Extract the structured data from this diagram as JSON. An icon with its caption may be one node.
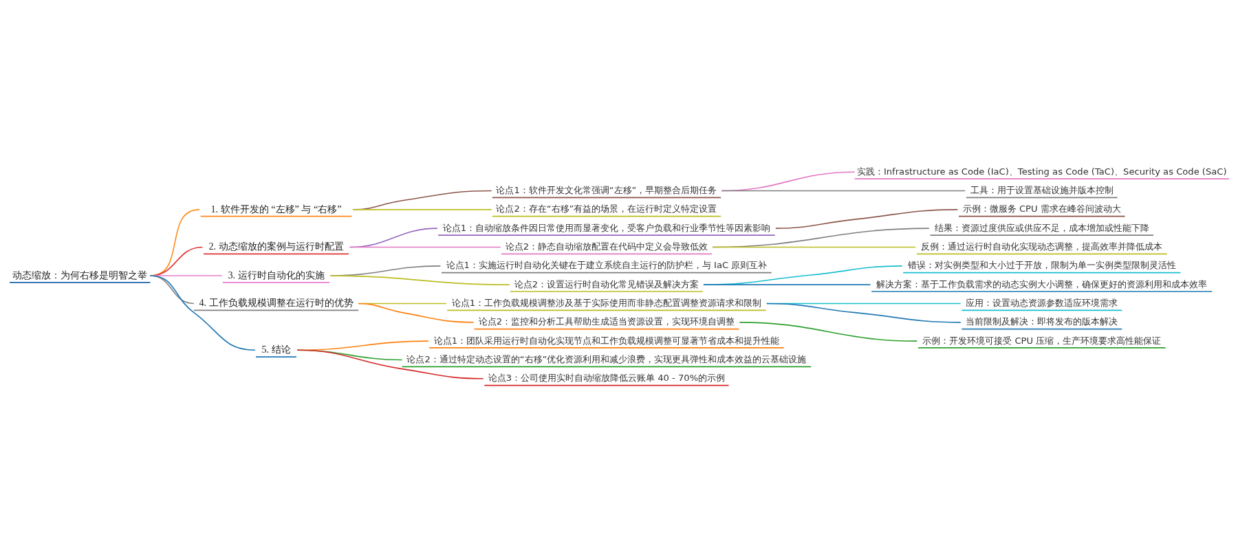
{
  "diagram": {
    "nodes": [
      {
        "text": [
          "动态缩放：为何右移是明智之举"
        ]
      },
      {
        "text": [
          "1. 软件开发的 “左移” 与 “右移”"
        ]
      },
      {
        "text": [
          "论点1：软件开发文化常强调“左移”，早期整合后期任务"
        ]
      },
      {
        "text": [
          "实践：Infrastructure as Code (IaC)、Testing as Code (TaC)、Security as Code (SaC)"
        ]
      },
      {
        "text": [
          "工具：用于设置基础设施并版本控制"
        ]
      },
      {
        "text": [
          "论点2：存在“右移”有益的场景，在运行时定义特定设置"
        ]
      },
      {
        "text": [
          "2. 动态缩放的案例与运行时配置"
        ]
      },
      {
        "text": [
          "论点1：自动缩放条件因日常使用而显著变化，受客户负载和行业季节性等因素影响"
        ]
      },
      {
        "text": [
          "示例：微服务 CPU 需求在峰谷间波动大"
        ]
      },
      {
        "text": [
          "论点2：静态自动缩放配置在代码中定义会导致低效"
        ]
      },
      {
        "text": [
          "结果：资源过度供应或供应不足，成本增加或性能下降"
        ]
      },
      {
        "text": [
          "反例：通过运行时自动化实现动态调整，提高效率并降低成本"
        ]
      },
      {
        "text": [
          "3. 运行时自动化的实施"
        ]
      },
      {
        "text": [
          "论点1：实施运行时自动化关键在于建立系统自主运行的防护栏，与 IaC 原则互补"
        ]
      },
      {
        "text": [
          "论点2：设置运行时自动化常见错误及解决方案"
        ]
      },
      {
        "text": [
          "错误：对实例类型和大小过于开放，限制为单一实例类型限制灵活性"
        ]
      },
      {
        "text": [
          "解决方案：基于工作负载需求的动态实例大小调整，确保更好的资源利用和成本效率"
        ]
      },
      {
        "text": [
          "4. 工作负载规模调整在运行时的优势"
        ]
      },
      {
        "text": [
          "论点1：工作负载规模调整涉及基于实际使用而非静态配置调整资源请求和限制"
        ]
      },
      {
        "text": [
          "应用：设置动态资源参数适应环境需求"
        ]
      },
      {
        "text": [
          "当前限制及解决：即将发布的版本解决"
        ]
      },
      {
        "text": [
          "论点2：监控和分析工具帮助生成适当资源设置，实现环境自调整"
        ]
      },
      {
        "text": [
          "示例：开发环境可接受 CPU 压缩，生产环境要求高性能保证"
        ]
      },
      {
        "text": [
          "5. 结论"
        ]
      },
      {
        "text": [
          "论点1：团队采用运行时自动化实现节点和工作负载规模调整可显著节省成本和提升性能"
        ]
      },
      {
        "text": [
          "论点2：通过特定动态设置的“右移”优化资源利用和减少浪费，实现更具弹性和成本效益的云基础设施"
        ]
      },
      {
        "text": [
          "论点3：公司使用实时自动缩放降低云账单 40 - 70%的示例"
        ]
      }
    ],
    "edges": [
      {
        "from": 0,
        "to": 1,
        "arrow": "none",
        "color": "#ff8c1a"
      },
      {
        "from": 1,
        "to": 2,
        "arrow": "none",
        "color": "#8c564b"
      },
      {
        "from": 2,
        "to": 3,
        "arrow": "none",
        "color": "#e377c2"
      },
      {
        "from": 2,
        "to": 4,
        "arrow": "none",
        "color": "#7f7f7f"
      },
      {
        "from": 1,
        "to": 5,
        "arrow": "none",
        "color": "#bcbd22"
      },
      {
        "from": 0,
        "to": 6,
        "arrow": "none",
        "color": "#e03030"
      },
      {
        "from": 6,
        "to": 7,
        "arrow": "none",
        "color": "#9467bd"
      },
      {
        "from": 7,
        "to": 8,
        "arrow": "none",
        "color": "#8c564b"
      },
      {
        "from": 6,
        "to": 9,
        "arrow": "none",
        "color": "#e377c2"
      },
      {
        "from": 9,
        "to": 10,
        "arrow": "none",
        "color": "#7f7f7f"
      },
      {
        "from": 9,
        "to": 11,
        "arrow": "none",
        "color": "#bcbd22"
      },
      {
        "from": 0,
        "to": 12,
        "arrow": "none",
        "color": "#e87ccf"
      },
      {
        "from": 12,
        "to": 13,
        "arrow": "none",
        "color": "#7f7f7f"
      },
      {
        "from": 12,
        "to": 14,
        "arrow": "none",
        "color": "#bcbd22"
      },
      {
        "from": 14,
        "to": 15,
        "arrow": "none",
        "color": "#17becf"
      },
      {
        "from": 14,
        "to": 16,
        "arrow": "none",
        "color": "#1f77b4"
      },
      {
        "from": 0,
        "to": 17,
        "arrow": "none",
        "color": "#808080"
      },
      {
        "from": 17,
        "to": 18,
        "arrow": "none",
        "color": "#bcbd22"
      },
      {
        "from": 18,
        "to": 19,
        "arrow": "none",
        "color": "#17becf"
      },
      {
        "from": 18,
        "to": 20,
        "arrow": "none",
        "color": "#1f77b4"
      },
      {
        "from": 17,
        "to": 21,
        "arrow": "none",
        "color": "#ff7f0e"
      },
      {
        "from": 21,
        "to": 22,
        "arrow": "none",
        "color": "#2ca02c"
      },
      {
        "from": 0,
        "to": 23,
        "arrow": "none",
        "color": "#1f77b4"
      },
      {
        "from": 23,
        "to": 24,
        "arrow": "none",
        "color": "#ff7f0e"
      },
      {
        "from": 23,
        "to": 25,
        "arrow": "none",
        "color": "#2ca02c"
      },
      {
        "from": 23,
        "to": 26,
        "arrow": "none",
        "color": "#d62728"
      }
    ]
  }
}
